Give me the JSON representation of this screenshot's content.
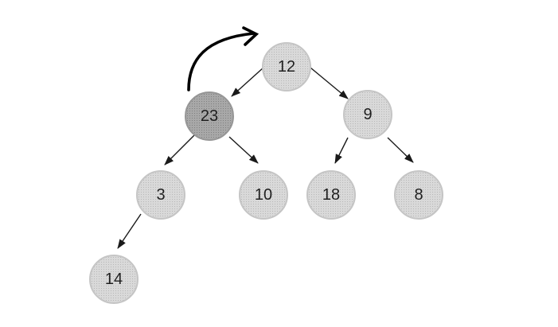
{
  "diagram": {
    "type": "binary-tree",
    "background_color": "#ffffff",
    "node_fill": "#d9d9d9",
    "node_border": "#c5c5c5",
    "highlight_fill": "#a8a8a8",
    "highlight_border": "#969696",
    "edge_color": "#1a1a1a",
    "swap_arrow_color": "#000000",
    "nodes": [
      {
        "id": "12",
        "value": "12",
        "highlighted": false,
        "parent": null
      },
      {
        "id": "23",
        "value": "23",
        "highlighted": true,
        "parent": "12"
      },
      {
        "id": "9",
        "value": "9",
        "highlighted": false,
        "parent": "12"
      },
      {
        "id": "3",
        "value": "3",
        "highlighted": false,
        "parent": "23"
      },
      {
        "id": "10",
        "value": "10",
        "highlighted": false,
        "parent": "23"
      },
      {
        "id": "18",
        "value": "18",
        "highlighted": false,
        "parent": "9"
      },
      {
        "id": "8",
        "value": "8",
        "highlighted": false,
        "parent": "9"
      },
      {
        "id": "14",
        "value": "14",
        "highlighted": false,
        "parent": "3"
      }
    ],
    "edges": [
      {
        "from": "12",
        "to": "23"
      },
      {
        "from": "12",
        "to": "9"
      },
      {
        "from": "23",
        "to": "3"
      },
      {
        "from": "23",
        "to": "10"
      },
      {
        "from": "9",
        "to": "18"
      },
      {
        "from": "9",
        "to": "8"
      },
      {
        "from": "3",
        "to": "14"
      }
    ],
    "swap_arrow": {
      "from": "23",
      "to": "12",
      "style": "curved"
    }
  }
}
